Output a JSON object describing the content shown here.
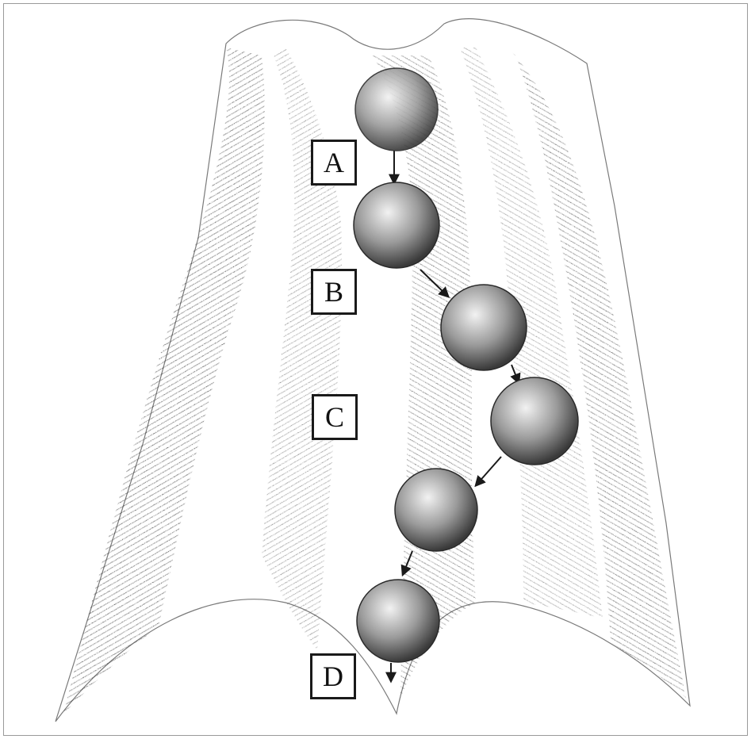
{
  "diagram": {
    "type": "ball rolling down a wavy trough",
    "labels": [
      "A",
      "B",
      "C",
      "D"
    ],
    "ball_count": 6,
    "colors": {
      "ink": "#1a1a1a",
      "paper": "#ffffff",
      "shade_dark": "#2a2a2a",
      "shade_mid": "#6e6e6e"
    }
  }
}
